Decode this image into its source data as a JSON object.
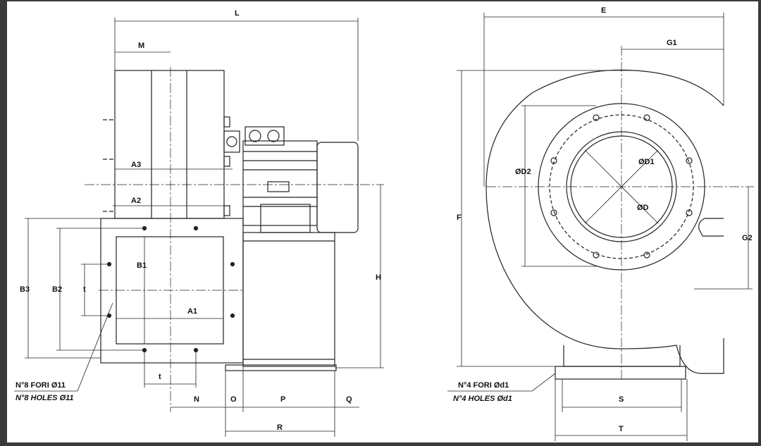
{
  "drawing": {
    "dims_side": {
      "L": "L",
      "M": "M",
      "A3": "A3",
      "A2": "A2",
      "A1": "A1",
      "B1": "B1",
      "B2": "B2",
      "B3": "B3",
      "t_v": "t",
      "t_h": "t",
      "H": "H",
      "N": "N",
      "O": "O",
      "P": "P",
      "Q": "Q",
      "R": "R"
    },
    "dims_front": {
      "E": "E",
      "G1": "G1",
      "F": "F",
      "G2": "G2",
      "D2": "ØD2",
      "D1": "ØD1",
      "D": "ØD",
      "S": "S",
      "T": "T"
    },
    "notes": {
      "holes_it": "N°8 FORI Ø11",
      "holes_en": "N°8 HOLES Ø11",
      "feet_it": "N°4 FORI Ød1",
      "feet_en": "N°4 HOLES Ød1"
    }
  }
}
